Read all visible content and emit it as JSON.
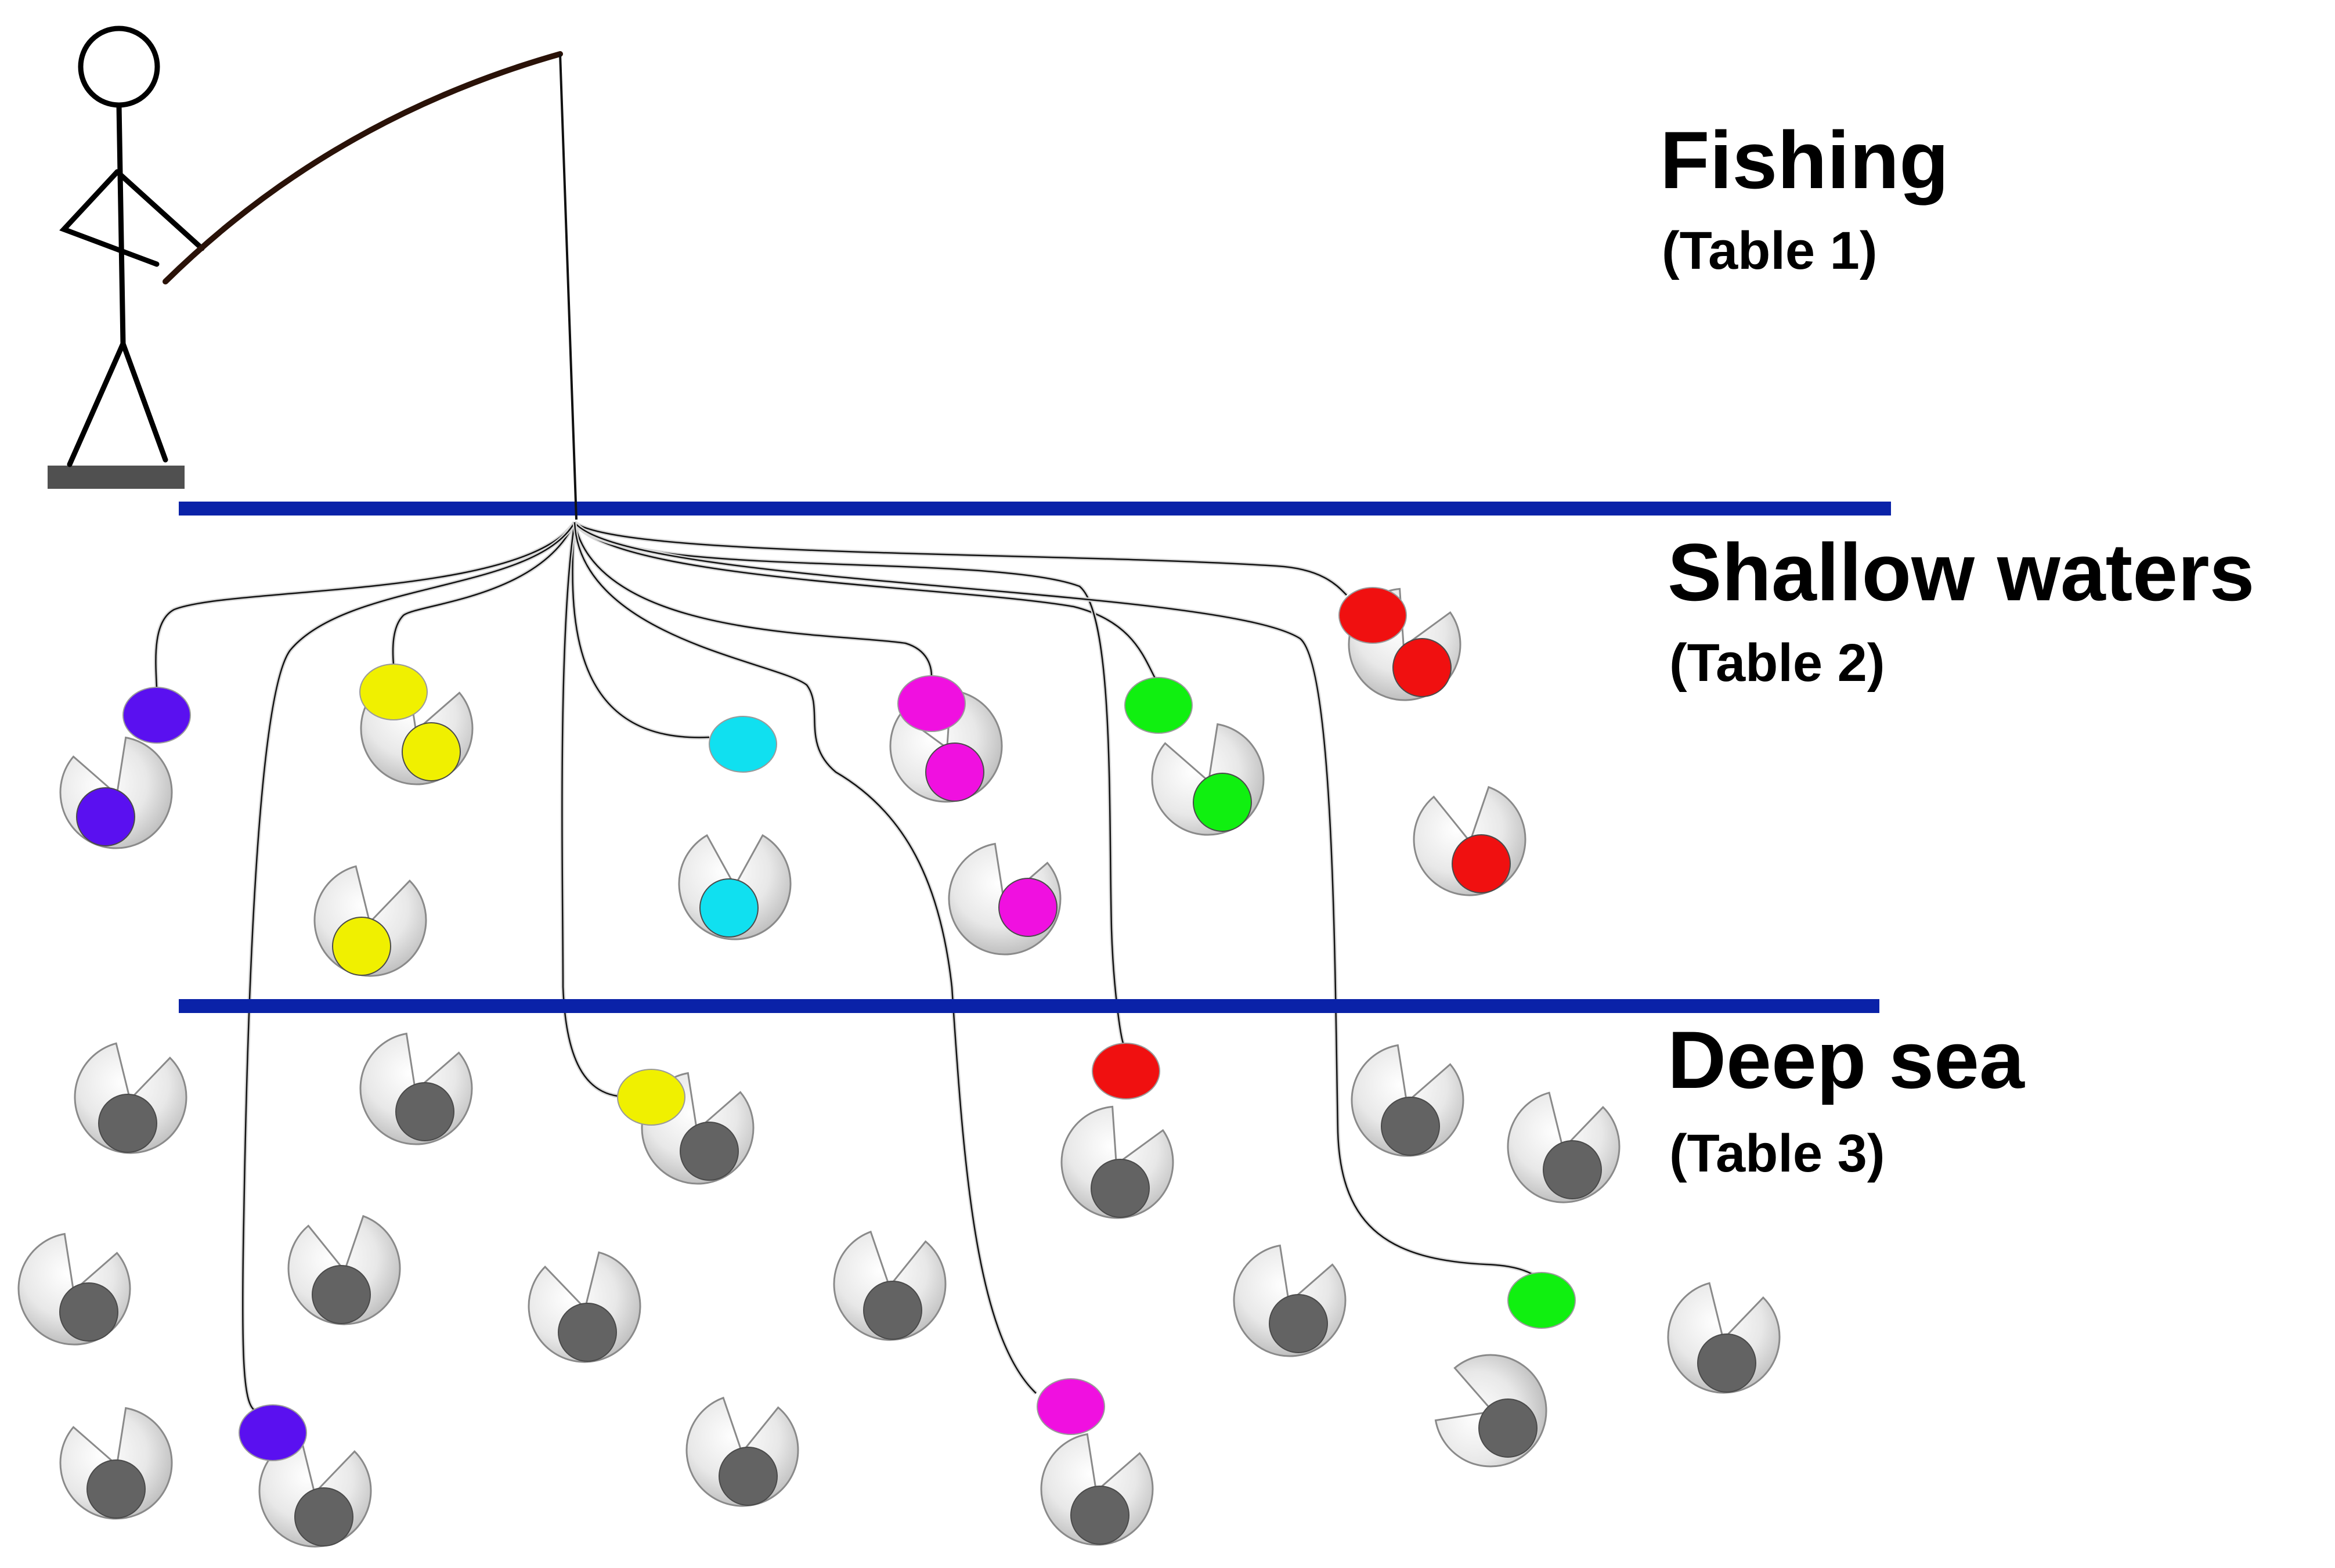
{
  "zones": {
    "fishing": {
      "title": "Fishing",
      "subtitle": "(Table 1)"
    },
    "shallow": {
      "title": "Shallow waters",
      "subtitle": "(Table 2)"
    },
    "deep": {
      "title": "Deep sea",
      "subtitle": "(Table 3)"
    }
  },
  "colors": {
    "water_line": "#0a22a8",
    "dock": "#505050",
    "bait_purple": "#5a10f0",
    "bait_yellow": "#f0f000",
    "bait_cyan": "#10e0f0",
    "bait_magenta": "#f010e0",
    "bait_green": "#10f010",
    "bait_red": "#f01010",
    "fish_body": "#e6e6e6",
    "fish_eye": "#636363"
  },
  "icons": {
    "fisher": "stick-figure-fisher",
    "fish": "pacman-fish",
    "bait": "colored-bait"
  }
}
